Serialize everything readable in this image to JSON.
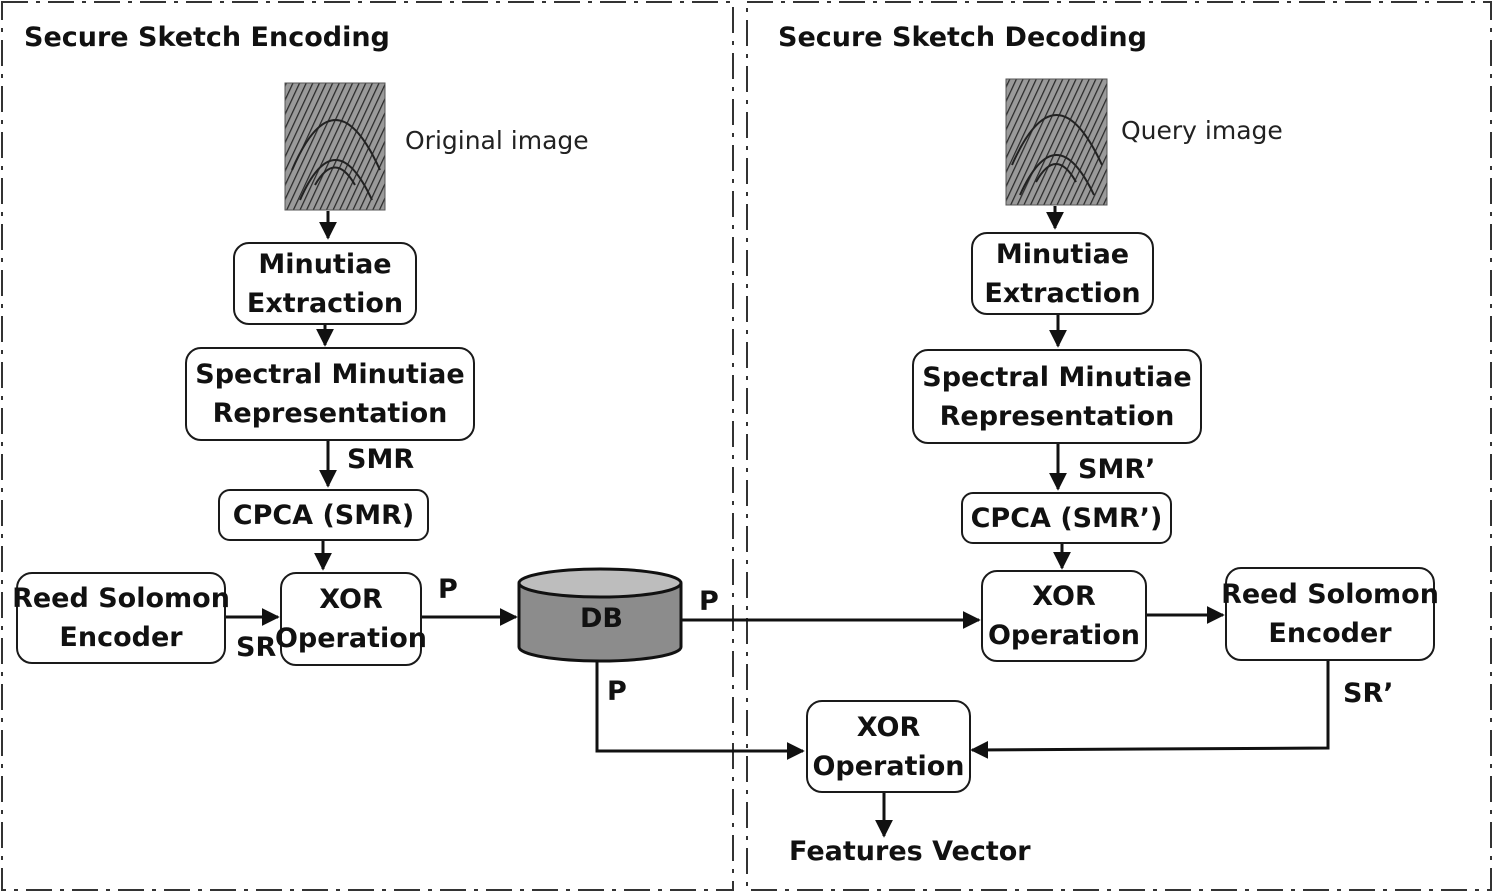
{
  "encoding": {
    "title": "Secure Sketch Encoding",
    "image_caption": "Original image",
    "minutiae": [
      "Minutiae",
      "Extraction"
    ],
    "spectral": [
      "Spectral Minutiae",
      "Representation"
    ],
    "smr_label": "SMR",
    "cpca": "CPCA (SMR)",
    "reed_solomon": [
      "Reed Solomon",
      "Encoder"
    ],
    "sr_label": "SR",
    "xor": [
      "XOR",
      "Operation"
    ],
    "p_label": "P"
  },
  "db": {
    "label": "DB",
    "p_right": "P",
    "p_down": "P"
  },
  "decoding": {
    "title": "Secure Sketch Decoding",
    "image_caption": "Query image",
    "minutiae": [
      "Minutiae",
      "Extraction"
    ],
    "spectral": [
      "Spectral Minutiae",
      "Representation"
    ],
    "smr_label": "SMR’",
    "cpca": "CPCA (SMR’)",
    "xor": [
      "XOR",
      "Operation"
    ],
    "reed_solomon": [
      "Reed Solomon",
      "Encoder"
    ],
    "sr_label": "SR’",
    "final_xor": [
      "XOR",
      "Operation"
    ],
    "output": "Features Vector"
  },
  "colors": {
    "line": "#111111",
    "db_fill": "#8c8c8c",
    "db_top": "#bdbdbd"
  }
}
